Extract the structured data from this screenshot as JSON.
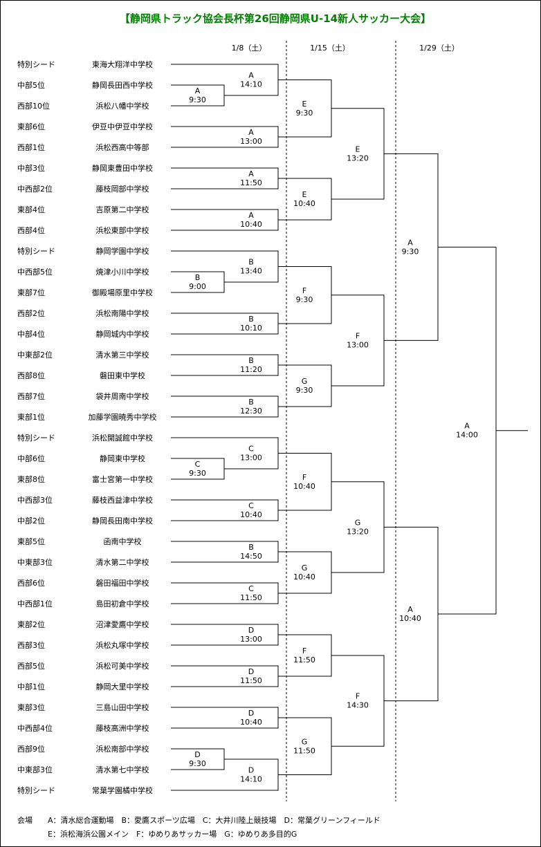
{
  "title": "【静岡県トラック協会長杯第26回静岡県U-14新人サッカー大会】",
  "colors": {
    "title": "#008000",
    "line": "#000000",
    "text": "#000000"
  },
  "dates": [
    "1/8（土）",
    "1/15（土）",
    "1/29（土）"
  ],
  "teams": [
    {
      "seed": "特別シード",
      "name": "東海大翔洋中学校"
    },
    {
      "seed": "中部5位",
      "name": "静岡長田西中学校"
    },
    {
      "seed": "西部10位",
      "name": "浜松八幡中学校"
    },
    {
      "seed": "東部6位",
      "name": "伊豆中伊豆中学校"
    },
    {
      "seed": "西部1位",
      "name": "浜松西高中等部"
    },
    {
      "seed": "中部3位",
      "name": "静岡東豊田中学校"
    },
    {
      "seed": "中西部2位",
      "name": "藤枝岡部中学校"
    },
    {
      "seed": "東部4位",
      "name": "吉原第二中学校"
    },
    {
      "seed": "西部4位",
      "name": "浜松東部中学校"
    },
    {
      "seed": "特別シード",
      "name": "静岡学園中学校"
    },
    {
      "seed": "中西部5位",
      "name": "焼津小川中学校"
    },
    {
      "seed": "東部7位",
      "name": "御殿場原里中学校"
    },
    {
      "seed": "西部2位",
      "name": "浜松南陽中学校"
    },
    {
      "seed": "中部4位",
      "name": "静岡城内中学校"
    },
    {
      "seed": "中東部2位",
      "name": "清水第三中学校"
    },
    {
      "seed": "西部8位",
      "name": "磐田東中学校"
    },
    {
      "seed": "西部7位",
      "name": "袋井周南中学校"
    },
    {
      "seed": "東部1位",
      "name": "加藤学園暁秀中学校"
    },
    {
      "seed": "特別シード",
      "name": "浜松開誠館中学校"
    },
    {
      "seed": "中部6位",
      "name": "静岡東中学校"
    },
    {
      "seed": "東部8位",
      "name": "富士宮第一中学校"
    },
    {
      "seed": "中西部3位",
      "name": "藤枝西益津中学校"
    },
    {
      "seed": "中部2位",
      "name": "静岡長田南中学校"
    },
    {
      "seed": "東部5位",
      "name": "函南中学校"
    },
    {
      "seed": "中東部3位",
      "name": "清水第二中学校"
    },
    {
      "seed": "西部6位",
      "name": "磐田福田中学校"
    },
    {
      "seed": "中西部1位",
      "name": "島田初倉中学校"
    },
    {
      "seed": "東部2位",
      "name": "沼津愛鷹中学校"
    },
    {
      "seed": "西部3位",
      "name": "浜松丸塚中学校"
    },
    {
      "seed": "西部5位",
      "name": "浜松可美中学校"
    },
    {
      "seed": "中部1位",
      "name": "静岡大里中学校"
    },
    {
      "seed": "東部3位",
      "name": "三島山田中学校"
    },
    {
      "seed": "中西部4位",
      "name": "藤枝高洲中学校"
    },
    {
      "seed": "西部9位",
      "name": "浜松南部中学校"
    },
    {
      "seed": "中東部3位",
      "name": "清水第七中学校"
    },
    {
      "seed": "特別シード",
      "name": "常葉学園橘中学校"
    }
  ],
  "matches": {
    "prelim": [
      {
        "venue": "A",
        "time": "9:30"
      },
      {
        "venue": "B",
        "time": "9:00"
      },
      {
        "venue": "C",
        "time": "9:30"
      },
      {
        "venue": "D",
        "time": "9:30"
      }
    ],
    "r1": [
      {
        "venue": "A",
        "time": "14:10"
      },
      {
        "venue": "A",
        "time": "13:00"
      },
      {
        "venue": "A",
        "time": "11:50"
      },
      {
        "venue": "A",
        "time": "10:40"
      },
      {
        "venue": "B",
        "time": "13:40"
      },
      {
        "venue": "B",
        "time": "10:10"
      },
      {
        "venue": "B",
        "time": "11:20"
      },
      {
        "venue": "B",
        "time": "12:30"
      },
      {
        "venue": "C",
        "time": "13:00"
      },
      {
        "venue": "C",
        "time": "10:40"
      },
      {
        "venue": "B",
        "time": "14:50"
      },
      {
        "venue": "C",
        "time": "11:50"
      },
      {
        "venue": "D",
        "time": "13:00"
      },
      {
        "venue": "D",
        "time": "11:50"
      },
      {
        "venue": "D",
        "time": "10:40"
      },
      {
        "venue": "D",
        "time": "14:10"
      }
    ],
    "r2": [
      {
        "venue": "E",
        "time": "9:30"
      },
      {
        "venue": "E",
        "time": "10:40"
      },
      {
        "venue": "F",
        "time": "9:30"
      },
      {
        "venue": "G",
        "time": "9:30"
      },
      {
        "venue": "F",
        "time": "10:40"
      },
      {
        "venue": "G",
        "time": "10:40"
      },
      {
        "venue": "F",
        "time": "11:50"
      },
      {
        "venue": "G",
        "time": "11:50"
      }
    ],
    "r3": [
      {
        "venue": "E",
        "time": "13:20"
      },
      {
        "venue": "F",
        "time": "13:00"
      },
      {
        "venue": "G",
        "time": "13:20"
      },
      {
        "venue": "F",
        "time": "14:30"
      }
    ],
    "semi": [
      {
        "venue": "A",
        "time": "9:30"
      },
      {
        "venue": "A",
        "time": "10:40"
      }
    ],
    "final": {
      "venue": "A",
      "time": "14:00"
    }
  },
  "legend": {
    "label": "会場",
    "line1": "A：清水総合運動場　B：愛鷹スポーツ広場　C：大井川陸上競技場　D：常葉グリーンフィールド",
    "line2": "E：浜松海浜公園メイン　F：ゆめりあサッカー場　G：ゆめりあ多目的G"
  }
}
